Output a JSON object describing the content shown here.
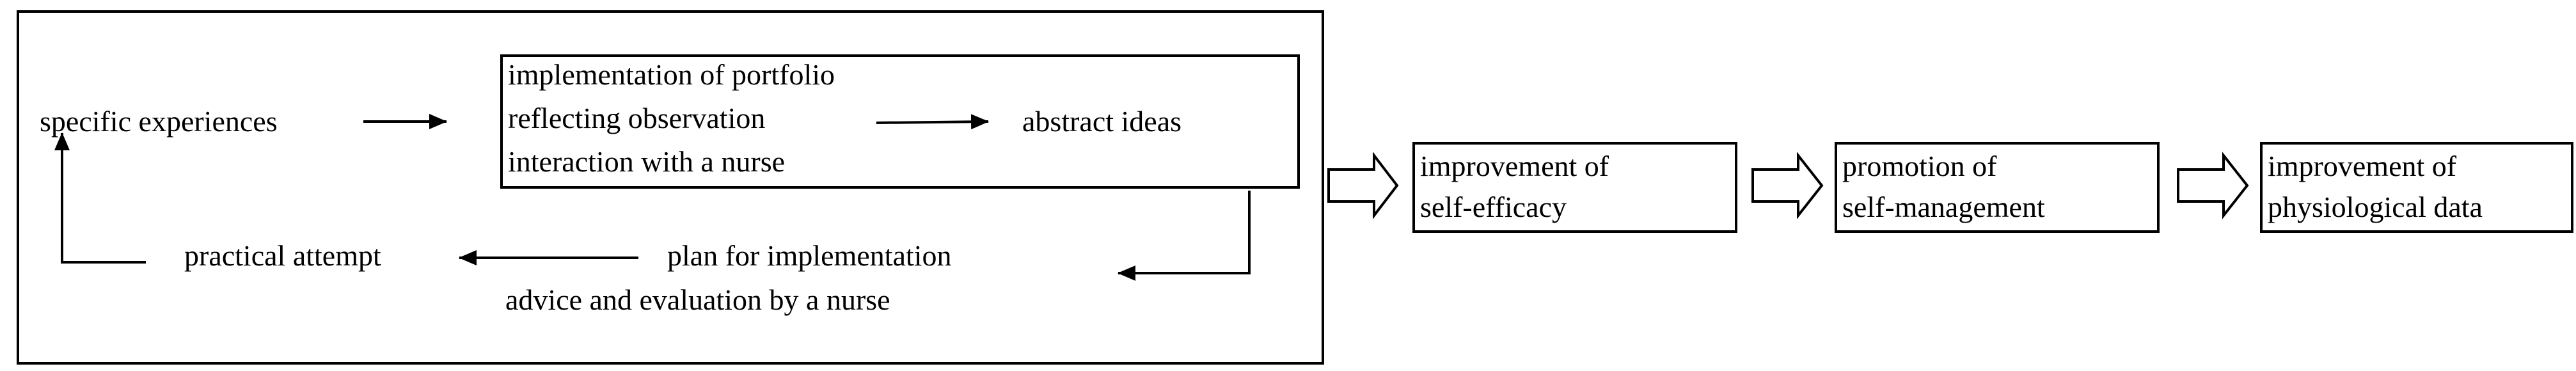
{
  "cycle": {
    "specific_experiences": "specific experiences",
    "center_box": {
      "line1": "implementation of portfolio",
      "line2": "reflecting observation",
      "line3": "interaction with a nurse"
    },
    "abstract_ideas": "abstract ideas",
    "plan": "plan for implementation",
    "advice": "advice and evaluation by a nurse",
    "practical_attempt": "practical attempt"
  },
  "outcomes": {
    "self_efficacy": {
      "line1": "improvement of",
      "line2": "self-efficacy"
    },
    "self_management": {
      "line1": "promotion of",
      "line2": "self-management"
    },
    "physiological": {
      "line1": "improvement of",
      "line2": "physiological data"
    }
  }
}
